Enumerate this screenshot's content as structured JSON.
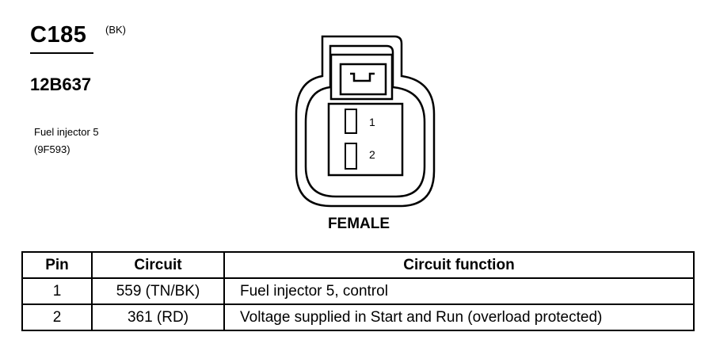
{
  "connector": {
    "id": "C185",
    "color": "(BK)",
    "part_number": "12B637",
    "component_name": "Fuel injector 5",
    "component_code": "(9F593)",
    "gender": "FEMALE",
    "pins": [
      "1",
      "2"
    ]
  },
  "table": {
    "headers": [
      "Pin",
      "Circuit",
      "Circuit function"
    ],
    "rows": [
      [
        "1",
        "559 (TN/BK)",
        "Fuel injector 5, control"
      ],
      [
        "2",
        "361 (RD)",
        "Voltage supplied in Start and Run (overload protected)"
      ]
    ]
  }
}
